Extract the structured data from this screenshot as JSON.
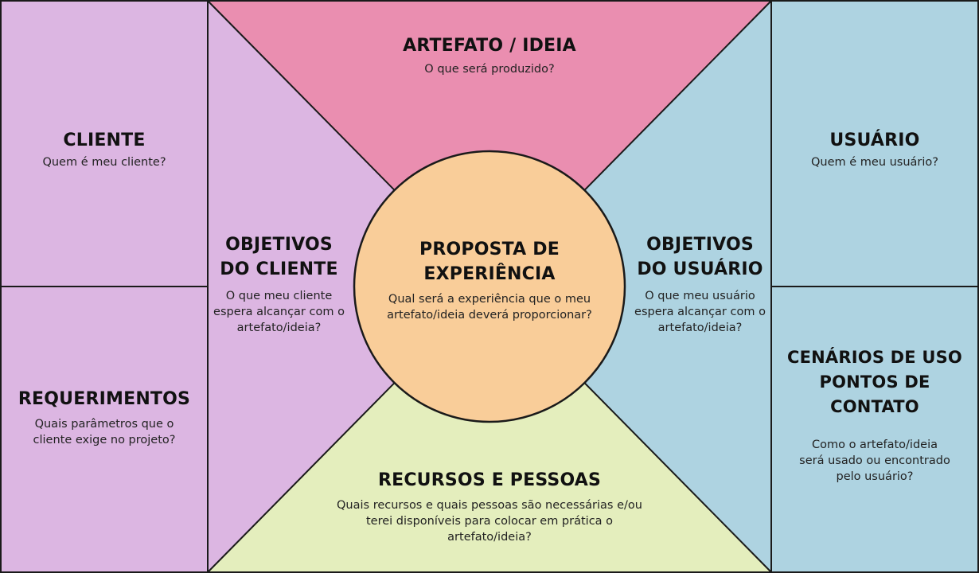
{
  "colors": {
    "client": "#dcb6e2",
    "artifact": "#ea8eb0",
    "experience": "#f9cd99",
    "user": "#aed3e1",
    "resources": "#e4eebd",
    "stroke": "#1a1a1a"
  },
  "canvas": {
    "artifact": {
      "title": "ARTEFATO / IDEIA",
      "desc": "O que será produzido?"
    },
    "client": {
      "title": "CLIENTE",
      "desc": "Quem é meu cliente?"
    },
    "requirements": {
      "title": "REQUERIMENTOS",
      "desc": "Quais parâmetros que o cliente exige no projeto?"
    },
    "client_goals": {
      "title": "OBJETIVOS DO CLIENTE",
      "desc": "O que meu cliente espera alcançar com o artefato/ideia?"
    },
    "experience": {
      "title": "PROPOSTA DE EXPERIÊNCIA",
      "desc": "Qual será a experiência que o meu artefato/ideia deverá proporcionar?"
    },
    "user_goals": {
      "title": "OBJETIVOS DO USUÁRIO",
      "desc": "O que meu usuário espera alcançar com o artefato/ideia?"
    },
    "user": {
      "title": "USUÁRIO",
      "desc": "Quem é meu usuário?"
    },
    "scenarios": {
      "title": "CENÁRIOS DE USO PONTOS DE CONTATO",
      "desc": "Como o artefato/ideia será usado ou encontrado pelo usuário?"
    },
    "resources": {
      "title": "RECURSOS E PESSOAS",
      "desc": "Quais recursos e quais pessoas são necessárias e/ou terei disponíveis para colocar em prática o artefato/ideia?"
    }
  }
}
